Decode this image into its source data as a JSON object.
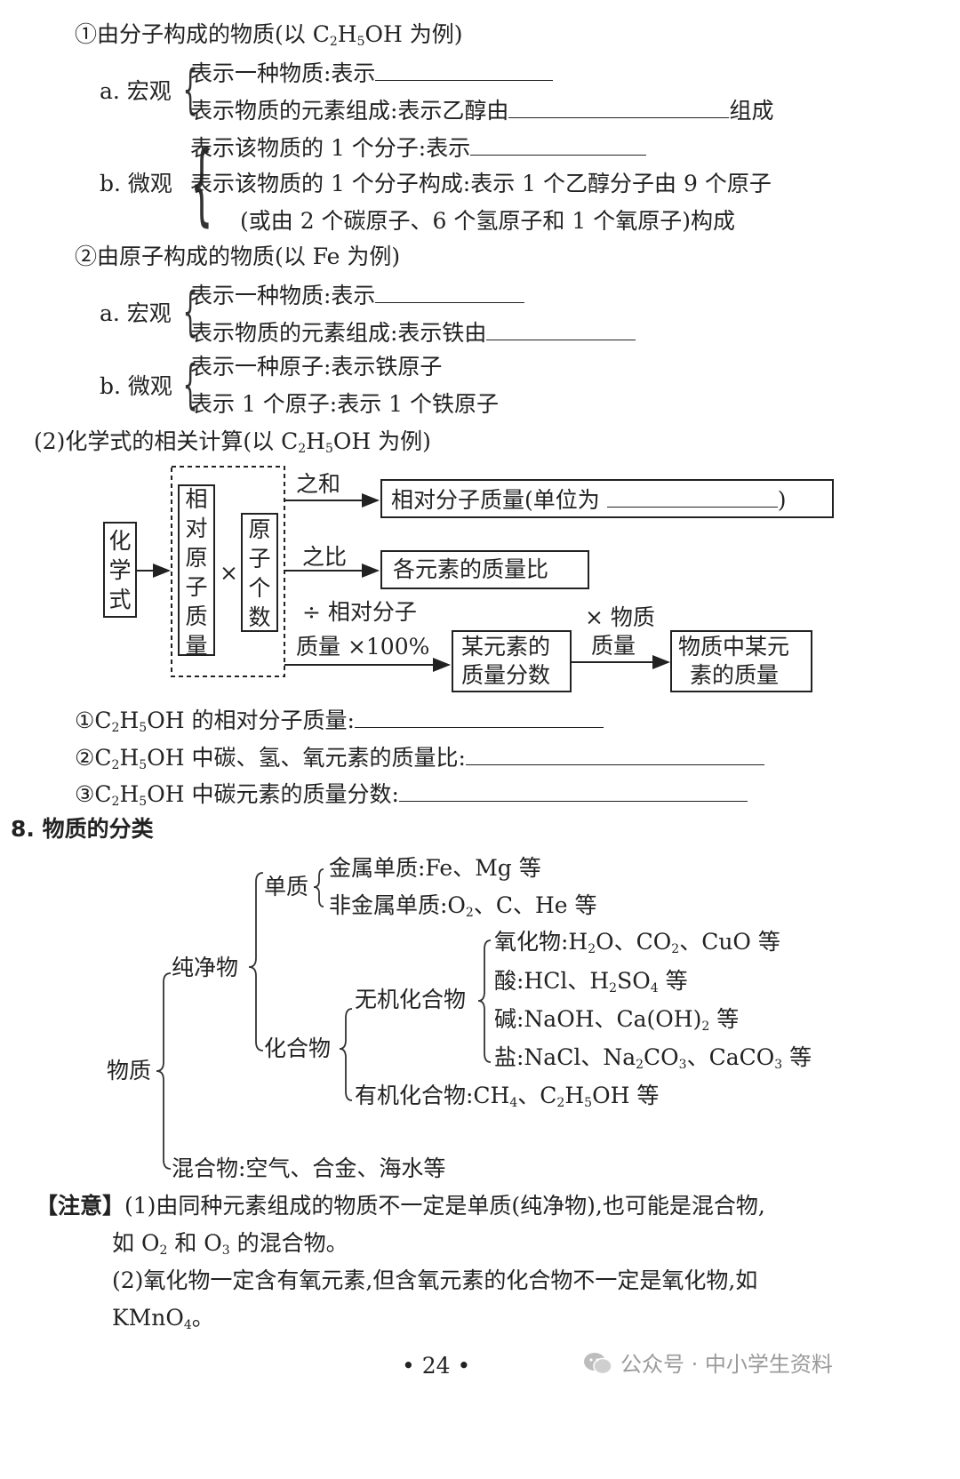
{
  "s1": {
    "c1_title_a": "①由分子构成的物质(以 C",
    "c1_title_b": "H",
    "c1_title_c": "OH 为例)",
    "sub2": "2",
    "sub5": "5",
    "sub3": "3",
    "sub4": "4",
    "macro_label": "a. 宏观",
    "micro_label": "b. 微观",
    "macro1": "表示一种物质:表示",
    "macro2": "表示物质的元素组成:表示乙醇由",
    "macro2_end": "组成",
    "micro1": "表示该物质的 1 个分子:表示",
    "micro2": "表示该物质的 1 个分子构成:表示 1 个乙醇分子由 9 个原子",
    "micro3": "(或由 2 个碳原子、6 个氢原子和 1 个氧原子)构成",
    "c2_title": "②由原子构成的物质(以 Fe 为例)",
    "fe_macro1": "表示一种物质:表示",
    "fe_macro2": "表示物质的元素组成:表示铁由",
    "fe_micro1": "表示一种原子:表示铁原子",
    "fe_micro2": "表示 1 个原子:表示 1 个铁原子"
  },
  "s2": {
    "title_a": "(2)化学式的相关计算(以 C",
    "title_b": "H",
    "title_c": "OH 为例)",
    "box_formula": [
      "化",
      "学",
      "式"
    ],
    "box_atomic_mass": [
      "相",
      "对",
      "原",
      "子",
      "质",
      "量"
    ],
    "times": "×",
    "box_atom_count": [
      "原",
      "子",
      "个",
      "数"
    ],
    "label_sum": "之和",
    "label_ratio": "之比",
    "label_div_1": "÷ 相对分子",
    "label_div_2": "质量 ×100%",
    "box_rel_mass": "相对分子质量(单位为",
    "box_rel_mass_end": ")",
    "box_mass_ratio": "各元素的质量比",
    "box_fraction_1": "某元素的",
    "box_fraction_2": "质量分数",
    "label_mult_1": "× 物质",
    "label_mult_2": "质量",
    "box_elem_mass_1": "物质中某元",
    "box_elem_mass_2": "素的质量",
    "q1_a": "①C",
    "q1_b": "H",
    "q1_c": "OH 的相对分子质量:",
    "q2_a": "②C",
    "q2_b": "H",
    "q2_c": "OH 中碳、氢、氧元素的质量比:",
    "q3_a": "③C",
    "q3_b": "H",
    "q3_c": "OH 中碳元素的质量分数:"
  },
  "s8": {
    "heading": "8. 物质的分类",
    "root": "物质",
    "pure": "纯净物",
    "mixture": "混合物:空气、合金、海水等",
    "element": "单质",
    "metal": "金属单质:Fe、Mg 等",
    "nonmetal_a": "非金属单质:O",
    "nonmetal_b": "、C、He 等",
    "compound": "化合物",
    "inorganic": "无机化合物",
    "organic_a": "有机化合物:CH",
    "organic_b": "、C",
    "organic_c": "H",
    "organic_d": "OH 等",
    "oxide_a": "氧化物:H",
    "oxide_b": "O、CO",
    "oxide_c": "、CuO 等",
    "acid_a": "酸:HCl、H",
    "acid_b": "SO",
    "acid_c": " 等",
    "base_a": "碱:NaOH、Ca(OH)",
    "base_b": " 等",
    "salt_a": "盐:NaCl、Na",
    "salt_b": "CO",
    "salt_c": "、CaCO",
    "salt_d": " 等"
  },
  "note": {
    "label": "【注意】",
    "l1": "(1)由同种元素组成的物质不一定是单质(纯净物),也可能是混合物,",
    "l2_a": "如 O",
    "l2_b": " 和 O",
    "l2_c": " 的混合物。",
    "l3": "(2)氧化物一定含有氧元素,但含氧元素的化合物不一定是氧化物,如",
    "l4_a": "KMnO",
    "l4_b": "。"
  },
  "footer": {
    "page": "• 24 •",
    "watermark": "公众号 · 中小学生资料"
  }
}
